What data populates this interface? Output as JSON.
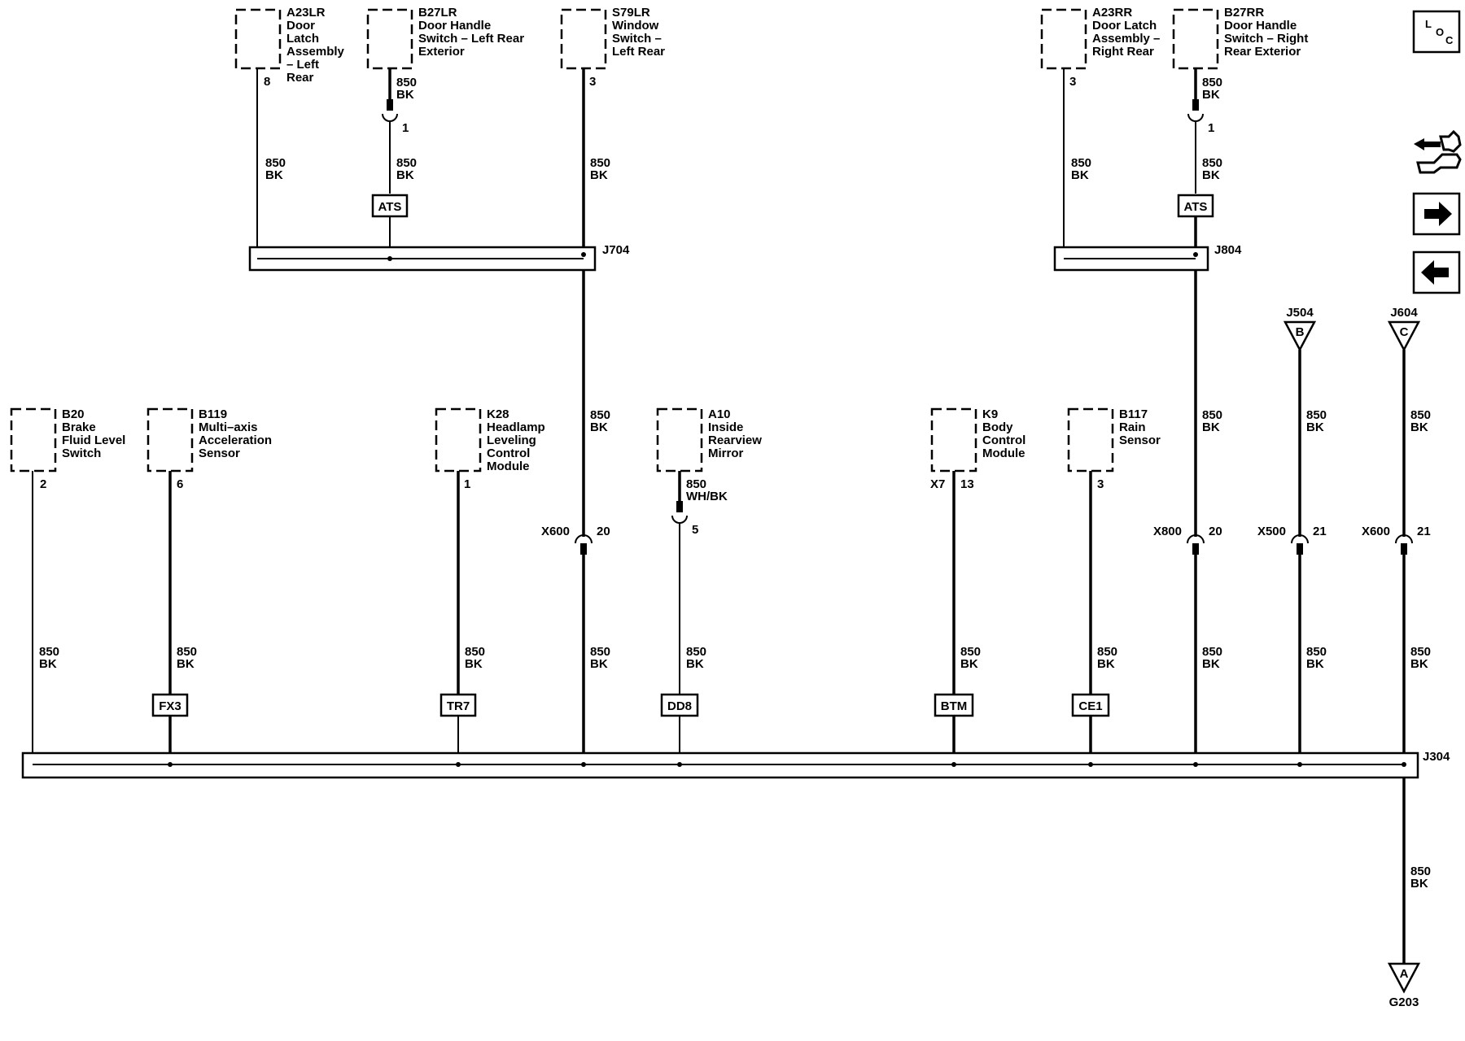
{
  "components": {
    "a23lr": {
      "id": "A23LR",
      "lines": [
        "Door",
        "Latch",
        "Assembly",
        "– Left",
        "Rear"
      ],
      "pin": "8"
    },
    "b27lr": {
      "id": "B27LR",
      "lines": [
        "Door Handle",
        "Switch – Left Rear",
        "Exterior"
      ]
    },
    "s79lr": {
      "id": "S79LR",
      "lines": [
        "Window",
        "Switch –",
        "Left Rear"
      ],
      "pin": "3"
    },
    "a23rr": {
      "id": "A23RR",
      "lines": [
        "Door Latch",
        "Assembly –",
        "Right Rear"
      ],
      "pin": "3"
    },
    "b27rr": {
      "id": "B27RR",
      "lines": [
        "Door Handle",
        "Switch – Right",
        "Rear Exterior"
      ]
    },
    "b20": {
      "id": "B20",
      "lines": [
        "Brake",
        "Fluid Level",
        "Switch"
      ],
      "pin": "2"
    },
    "b119": {
      "id": "B119",
      "lines": [
        "Multi–axis",
        "Acceleration",
        "Sensor"
      ],
      "pin": "6"
    },
    "k28": {
      "id": "K28",
      "lines": [
        "Headlamp",
        "Leveling",
        "Control",
        "Module"
      ],
      "pin": "1"
    },
    "a10": {
      "id": "A10",
      "lines": [
        "Inside",
        "Rearview",
        "Mirror"
      ]
    },
    "k9": {
      "id": "K9",
      "lines": [
        "Body",
        "Control",
        "Module"
      ],
      "pin": "13",
      "connector": "X7"
    },
    "b117": {
      "id": "B117",
      "lines": [
        "Rain",
        "Sensor"
      ],
      "pin": "3"
    }
  },
  "wires": {
    "circuit": "850",
    "color": "BK",
    "mirror_color": "WH/BK"
  },
  "inline_connectors": {
    "b27lr_pin": "1",
    "b27rr_pin": "1",
    "a10_pin": "5",
    "x600_left": {
      "name": "X600",
      "pin": "20"
    },
    "x800": {
      "name": "X800",
      "pin": "20"
    },
    "x500": {
      "name": "X500",
      "pin": "21"
    },
    "x600_right": {
      "name": "X600",
      "pin": "21"
    }
  },
  "splices": {
    "j704": "J704",
    "j804": "J804",
    "j304": "J304"
  },
  "refs": {
    "j504": {
      "name": "J504",
      "letter": "B"
    },
    "j604": {
      "name": "J604",
      "letter": "C"
    },
    "g203": {
      "name": "G203",
      "letter": "A"
    }
  },
  "options": {
    "ats_left": "ATS",
    "ats_right": "ATS",
    "fx3": "FX3",
    "tr7": "TR7",
    "dd8": "DD8",
    "btm": "BTM",
    "ce1": "CE1"
  },
  "nav": {
    "loc_l": "L",
    "loc_o": "O",
    "loc_c": "C",
    "icons": [
      "component-locator-icon",
      "harness-icon",
      "next-arrow-icon",
      "previous-arrow-icon"
    ]
  }
}
